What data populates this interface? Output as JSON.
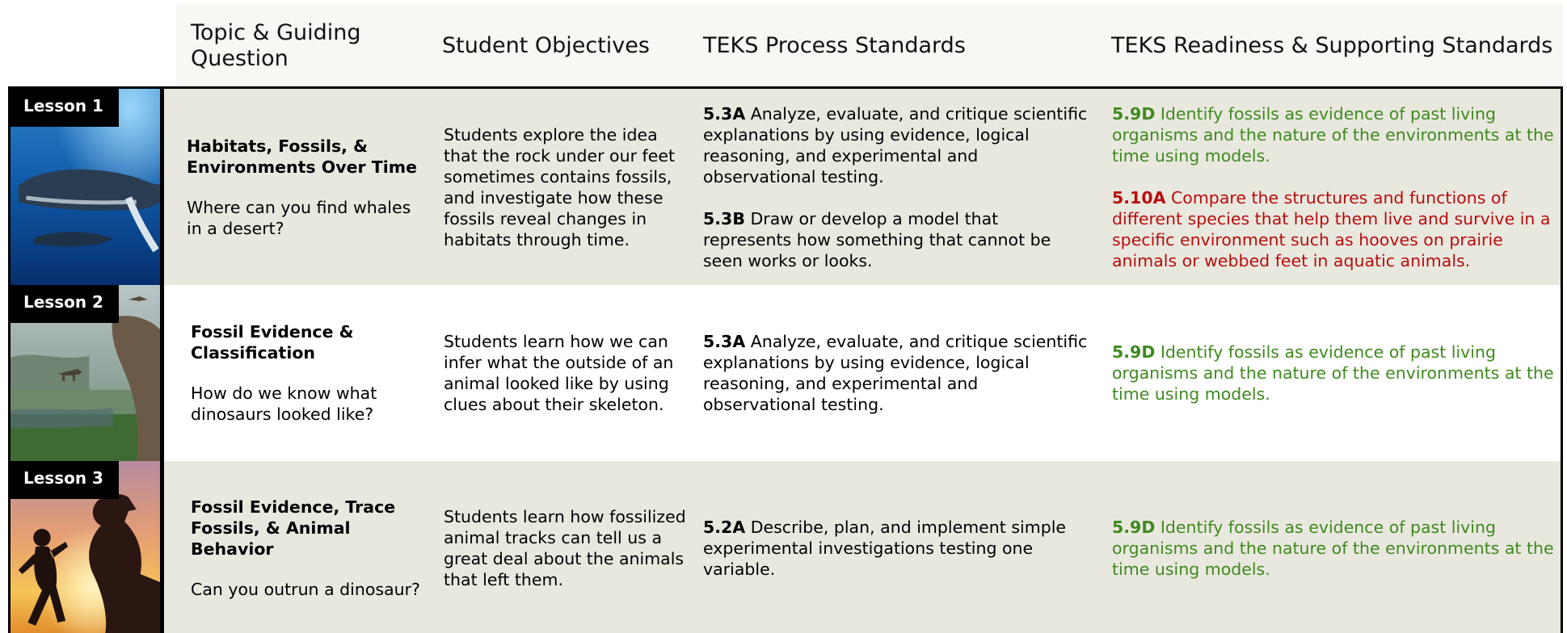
{
  "header": {
    "col1": "Topic & Guiding Question",
    "col2": "Student Objectives",
    "col3": "TEKS Process Standards",
    "col4": "TEKS Readiness & Supporting Standards"
  },
  "colors": {
    "readiness_green": "#3e8a1e",
    "supporting_red": "#b80d0d",
    "row_shade": "#e9e8df"
  },
  "lessons": [
    {
      "tag": "Lesson 1",
      "image": "humpback-whale-underwater",
      "topic": "Habitats, Fossils, & Environments Over Time",
      "question": "Where can you find whales in a desert?",
      "objective": "Students explore the idea that the rock under our feet sometimes contains fossils, and investigate how these fossils reveal changes in habitats through time.",
      "process": [
        {
          "code": "5.3A",
          "text": "Analyze, evaluate, and critique scientific explanations by using evidence, logical reasoning, and experimental and observational testing."
        },
        {
          "code": "5.3B",
          "text": "Draw or develop a model that represents how something that cannot be seen works or looks."
        }
      ],
      "readiness": [
        {
          "code": "5.9D",
          "text": "Identify fossils as evidence of past living organisms and the nature of the environments at the time using models.",
          "color": "green"
        },
        {
          "code": "5.10A",
          "text": "Compare the structures and functions of different species that help them live and survive in a specific environment such as hooves on prairie animals or webbed feet in aquatic animals.",
          "color": "red"
        }
      ]
    },
    {
      "tag": "Lesson 2",
      "image": "dinosaurs-prehistoric-landscape",
      "topic": "Fossil Evidence & Classification",
      "question": "How do we know what dinosaurs looked like?",
      "objective": "Students learn how we can infer what the outside of an animal looked like by using clues about their skeleton.",
      "process": [
        {
          "code": "5.3A",
          "text": "Analyze, evaluate, and critique scientific explanations by using evidence, logical reasoning, and experimental and observational testing."
        }
      ],
      "readiness": [
        {
          "code": "5.9D",
          "text": "Identify fossils as evidence of past living organisms and the nature of the environments at the time using models.",
          "color": "green"
        }
      ]
    },
    {
      "tag": "Lesson 3",
      "image": "child-running-from-dinosaur-silhouette",
      "topic": "Fossil Evidence, Trace Fossils, & Animal Behavior",
      "question": "Can you outrun a dinosaur?",
      "objective": "Students learn how fossilized animal tracks can tell us a great deal about the animals that left them.",
      "process": [
        {
          "code": "5.2A",
          "text": "Describe, plan, and implement simple experimental investigations testing one variable."
        }
      ],
      "readiness": [
        {
          "code": "5.9D",
          "text": "Identify fossils as evidence of past living organisms and the nature of the environments at the time using models.",
          "color": "green"
        }
      ]
    }
  ]
}
